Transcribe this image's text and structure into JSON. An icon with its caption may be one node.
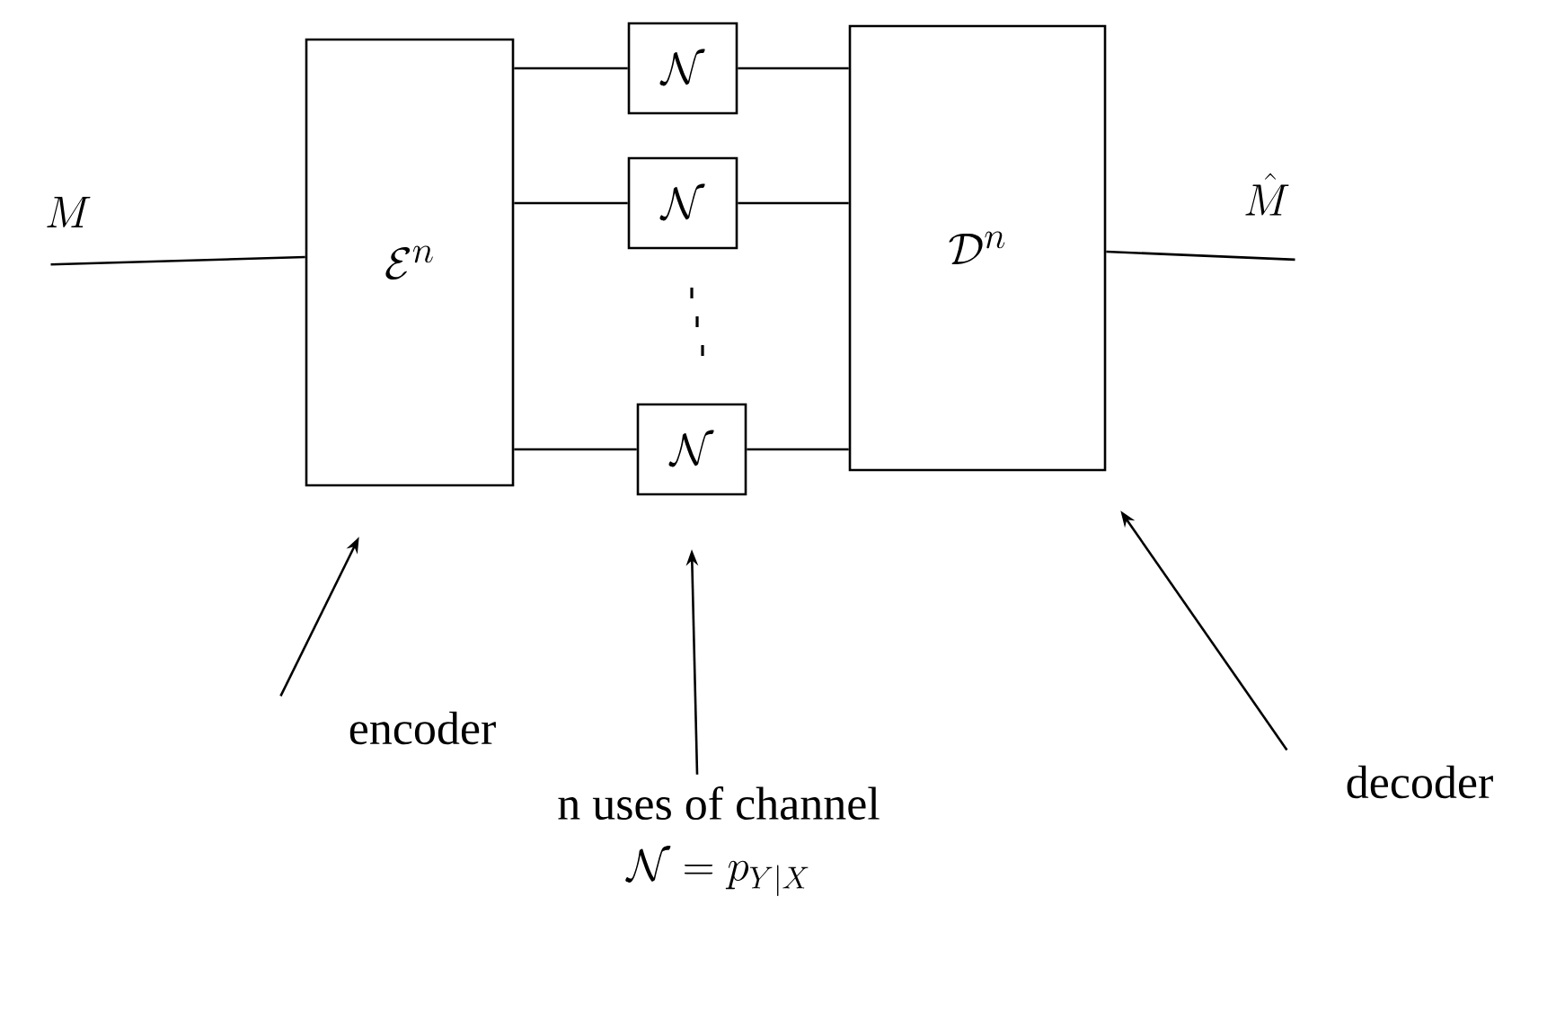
{
  "diagram": {
    "nodes": [
      {
        "text": [
          "M"
        ]
      },
      {
        "text": [
          "\\mathcal{E}^n"
        ]
      },
      {
        "text": [
          "\\mathcal{N}"
        ]
      },
      {
        "text": [
          "\\mathcal{N}"
        ]
      },
      {
        "text": [
          "\\mathcal{N}"
        ]
      },
      {
        "text": [
          "\\mathcal{D}^n"
        ]
      },
      {
        "text": [
          "\\hat{M}"
        ]
      },
      {
        "text": [
          "encoder"
        ]
      },
      {
        "text": [
          "n uses of channel",
          "\\mathcal{N}=p_{Y|X}"
        ]
      },
      {
        "text": [
          "decoder"
        ]
      }
    ],
    "edges": [
      {
        "from": 0,
        "to": 1,
        "arrow": "none"
      },
      {
        "from": 1,
        "to": 2,
        "arrow": "none"
      },
      {
        "from": 1,
        "to": 3,
        "arrow": "none"
      },
      {
        "from": 1,
        "to": 4,
        "arrow": "none"
      },
      {
        "from": 2,
        "to": 5,
        "arrow": "none"
      },
      {
        "from": 3,
        "to": 5,
        "arrow": "none"
      },
      {
        "from": 4,
        "to": 5,
        "arrow": "none"
      },
      {
        "from": 5,
        "to": 6,
        "arrow": "none"
      },
      {
        "from": 7,
        "to": 1,
        "arrow": "to"
      },
      {
        "from": 8,
        "to": 4,
        "arrow": "to"
      },
      {
        "from": 9,
        "to": 5,
        "arrow": "to"
      }
    ]
  }
}
